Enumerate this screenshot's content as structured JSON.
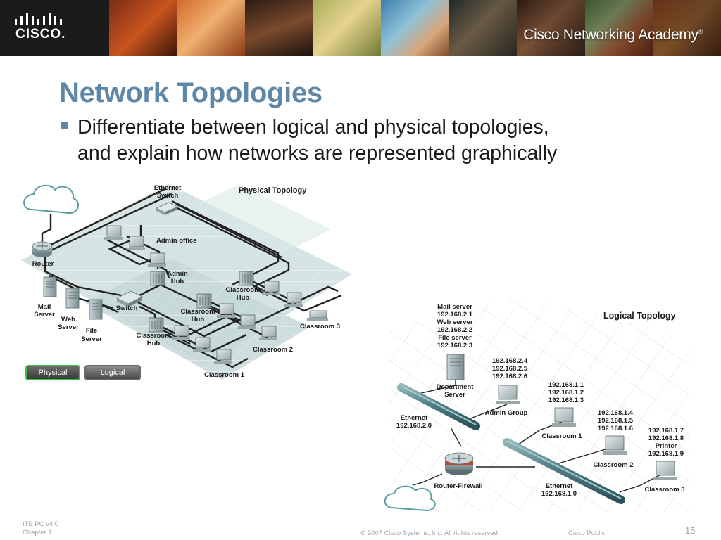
{
  "banner": {
    "logo_text": "CISCO.",
    "academy_text": "Cisco Networking Academy",
    "academy_mark": "®"
  },
  "slide": {
    "title": "Network Topologies",
    "bullet_line1": "Differentiate between logical and physical topologies,",
    "bullet_line2": "and explain how networks are  represented graphically"
  },
  "physical_topology": {
    "title": "Physical Topology",
    "labels": {
      "ethernet_switch_1": "Ethernet",
      "ethernet_switch_2": "Switch",
      "router": "Router",
      "admin_office": "Admin office",
      "admin_hub_1": "Admin",
      "admin_hub_2": "Hub",
      "classroom_hub_a_1": "Classroom",
      "classroom_hub_a_2": "Hub",
      "classroom_hub_b_1": "Classroom",
      "classroom_hub_b_2": "Hub",
      "classroom_hub_c_1": "Classroom",
      "classroom_hub_c_2": "Hub",
      "switch": "Switch",
      "mail_server_1": "Mail",
      "mail_server_2": "Server",
      "web_server_1": "Web",
      "web_server_2": "Server",
      "file_server_1": "File",
      "file_server_2": "Server",
      "classroom_1": "Classroom 1",
      "classroom_2": "Classroom 2",
      "classroom_3": "Classroom 3"
    },
    "tabs": {
      "physical": "Physical",
      "logical": "Logical"
    }
  },
  "logical_topology": {
    "title": "Logical Topology",
    "server_block": [
      "Mail server",
      "192.168.2.1",
      "Web server",
      "192.168.2.2",
      "File server",
      "192.168.2.3"
    ],
    "department_server": [
      "Department",
      "Server"
    ],
    "admin_ips": [
      "192.168.2.4",
      "192.168.2.5",
      "192.168.2.6"
    ],
    "admin_group": "Admin Group",
    "class1_ips": [
      "192.168.1.1",
      "192.168.1.2",
      "192.168.1.3"
    ],
    "classroom_1": "Classroom 1",
    "class2_ips": [
      "192.168.1.4",
      "192.168.1.5",
      "192.168.1.6"
    ],
    "classroom_2": "Classroom 2",
    "class3_ips": [
      "192.168.1.7",
      "192.168.1.8",
      "Printer",
      "192.168.1.9"
    ],
    "classroom_3": "Classroom 3",
    "ethernet_a": [
      "Ethernet",
      "192.168.2.0"
    ],
    "ethernet_b": [
      "Ethernet",
      "192.168.1.0"
    ],
    "router_firewall": "Router-Firewall"
  },
  "footer": {
    "course": "ITE PC v4.0",
    "chapter": "Chapter 1",
    "copyright": "© 2007 Cisco Systems, Inc. All rights reserved.",
    "classification": "Cisco Public",
    "page": "15"
  },
  "colors": {
    "title": "#5e87a8",
    "banner_bg": "#1b1b1b",
    "platform": "#cfe0e0",
    "cable": "#2a2a2a",
    "physical_tab_border": "#3fbf3f"
  }
}
